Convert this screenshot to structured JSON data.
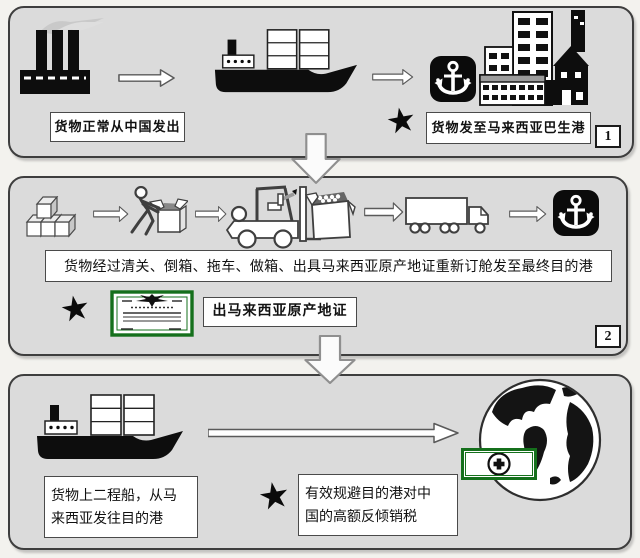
{
  "diagram": {
    "glyphs": {
      "star": "★"
    },
    "colors": {
      "panel_bg": "#dbdbdb",
      "panel_border": "#3e3e3e",
      "accent_green": "#15701c",
      "ink": "#111111",
      "box_bg": "#ffffff"
    },
    "step1": {
      "badge": "1",
      "caption_factory": "货物正常从中国发出",
      "caption_port": "货物发至马来西亚巴生港"
    },
    "step2": {
      "badge": "2",
      "caption_process": "货物经过清关、倒箱、拖车、做箱、出具马来西亚原产地证重新订舱发至最终目的港",
      "caption_certificate": "出马来西亚原产地证"
    },
    "step3": {
      "caption_ship_line1": "货物上二程船，从马",
      "caption_ship_line2": "来西亚发往目的港",
      "caption_benefit_line1": "有效规避目的港对中",
      "caption_benefit_line2": "国的高额反倾销税"
    }
  }
}
